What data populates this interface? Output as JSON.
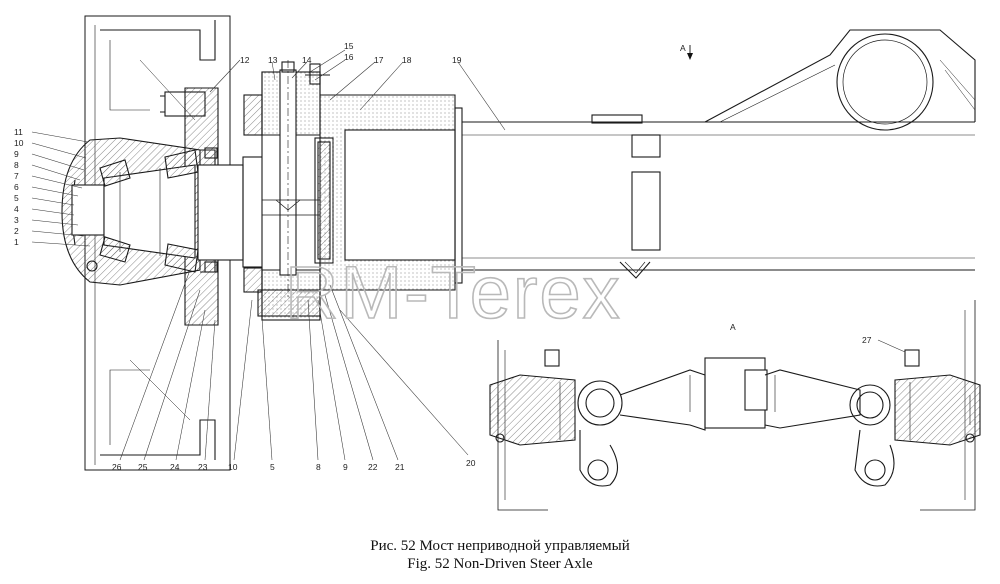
{
  "figure": {
    "caption_ru": "Рис. 52 Мост неприводной управляемый",
    "caption_en": "Fig. 52 Non-Driven Steer Axle",
    "watermark": "RM-Terex"
  },
  "view_labels": {
    "section_arrow": "A",
    "detail_view": "A"
  },
  "callouts": {
    "left_stack": [
      "11",
      "10",
      "9",
      "8",
      "7",
      "6",
      "5",
      "4",
      "3",
      "2",
      "1"
    ],
    "top_row": [
      "12",
      "13",
      "14",
      "15",
      "16",
      "17",
      "18",
      "19"
    ],
    "bottom_row": [
      "26",
      "25",
      "24",
      "23",
      "10",
      "5",
      "8",
      "9",
      "22",
      "21"
    ],
    "item_20": "20",
    "item_27": "27"
  },
  "colors": {
    "line": "#1a1a1a",
    "hatch": "#555555",
    "watermark": "#b9b9b9"
  }
}
